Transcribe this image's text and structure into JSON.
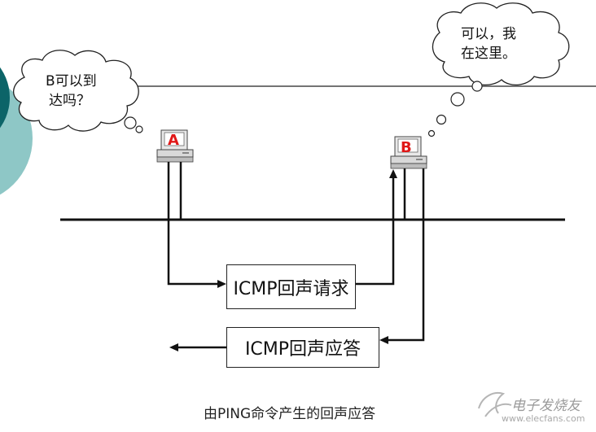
{
  "left_bubble": {
    "line1": "B可以到",
    "line2": "达吗？"
  },
  "right_bubble": {
    "line1": "可以，我",
    "line2": "在这里。"
  },
  "host_a": {
    "label": "A"
  },
  "host_b": {
    "label": "B"
  },
  "request_box": {
    "label": "ICMP回声请求"
  },
  "reply_box": {
    "label": "ICMP回声应答"
  },
  "caption": "由PING命令产生的回声应答",
  "watermark": {
    "brand": "电子发烧友",
    "url": "www.elecfans.com"
  },
  "colors": {
    "host_label": "#e01818",
    "decor_teal": "#0c6468",
    "decor_light": "#8ec7c6"
  }
}
